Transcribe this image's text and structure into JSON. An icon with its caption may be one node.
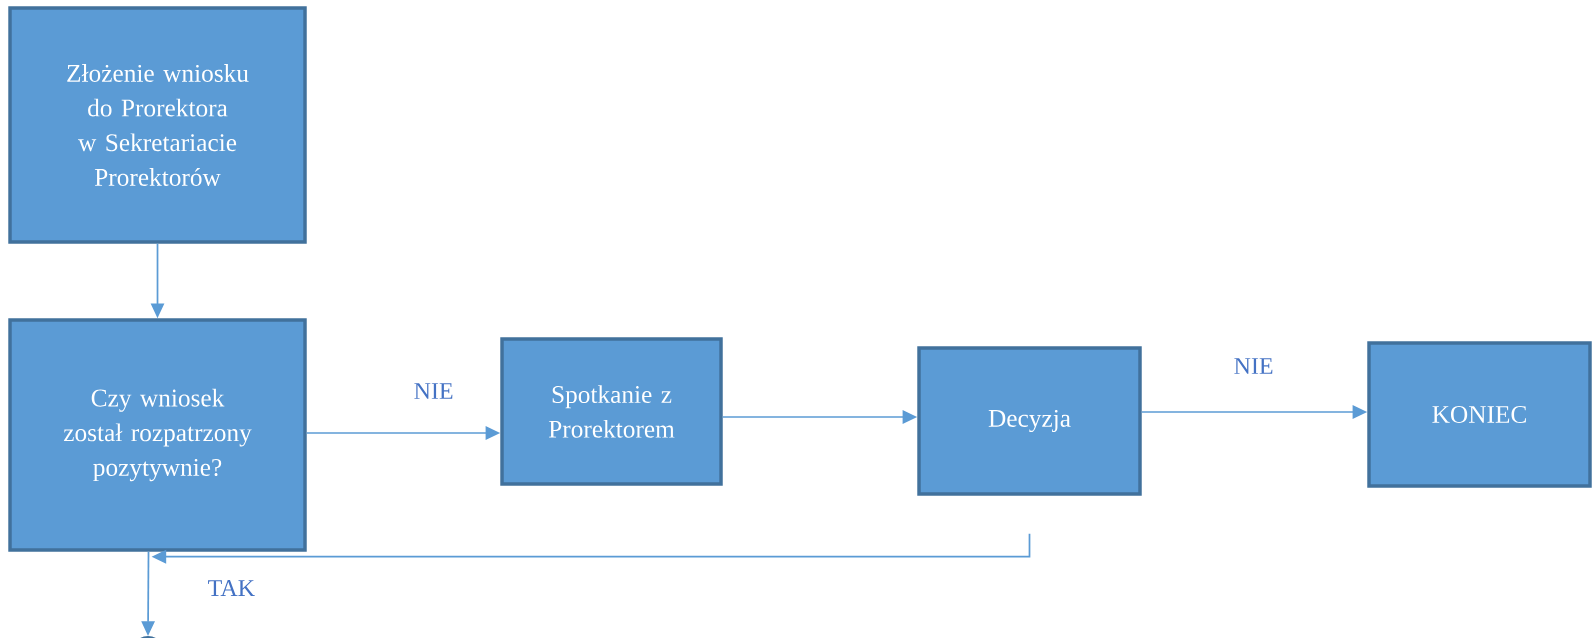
{
  "diagram": {
    "nodes": [
      {
        "text": [
          "Złożenie wniosku do Prorektora w Sekretariacie Prorektorów"
        ]
      },
      {
        "text": [
          "Czy wniosek został rozpatrzony pozytywnie?"
        ]
      },
      {
        "text": [
          "Spotkanie z Prorektorem"
        ]
      },
      {
        "text": [
          "Decyzja"
        ]
      },
      {
        "text": [
          "KONIEC"
        ]
      },
      {
        "text": [],
        "shape": "circle"
      }
    ],
    "edges": [
      {
        "from": 0,
        "to": 1,
        "arrow": "to"
      },
      {
        "from": 1,
        "to": 2,
        "arrow": "to",
        "label": "NIE"
      },
      {
        "from": 2,
        "to": 3,
        "arrow": "to"
      },
      {
        "from": 3,
        "to": 4,
        "arrow": "to",
        "label": "NIE"
      },
      {
        "from": 3,
        "to": 1,
        "arrow": "to"
      },
      {
        "from": 1,
        "to": 5,
        "arrow": "to",
        "label": "TAK"
      }
    ]
  }
}
